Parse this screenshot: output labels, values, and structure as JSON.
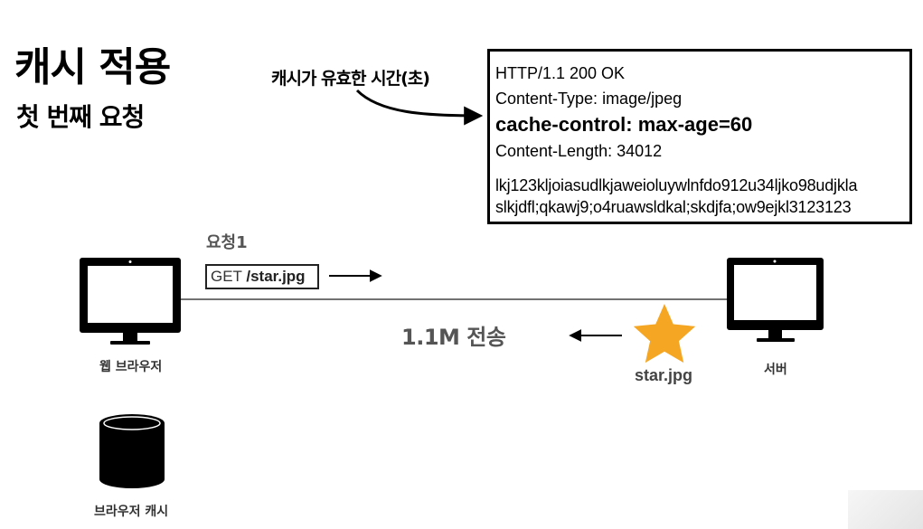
{
  "slide": {
    "title": "캐시 적용",
    "subtitle": "첫 번째 요청"
  },
  "annotation": {
    "text": "캐시가 유효한 시간(초)"
  },
  "response": {
    "status_line": "HTTP/1.1 200 OK",
    "content_type": "Content-Type: image/jpeg",
    "cache_control": "cache-control: max-age=60",
    "content_length": "Content-Length: 34012",
    "body_line_1": "lkj123kljoiasudlkjaweioluywlnfdo912u34ljko98udjkla",
    "body_line_2": "slkjdfl;qkawj9;o4ruawsldkal;skdjfa;ow9ejkl3123123"
  },
  "request": {
    "label": "요청1",
    "method": "GET ",
    "path": "/star.jpg"
  },
  "transfer": {
    "text": "1.1M 전송",
    "file_label": "star.jpg"
  },
  "nodes": {
    "browser": "웹 브라우저",
    "server": "서버",
    "cache": "브라우저 캐시"
  },
  "colors": {
    "star": "#F5A623",
    "stroke": "#000000",
    "muted_text": "#555555"
  },
  "icons": {
    "browser": "desktop-monitor-icon",
    "server": "desktop-monitor-icon",
    "cache": "database-cylinder-icon",
    "file": "star-icon"
  }
}
